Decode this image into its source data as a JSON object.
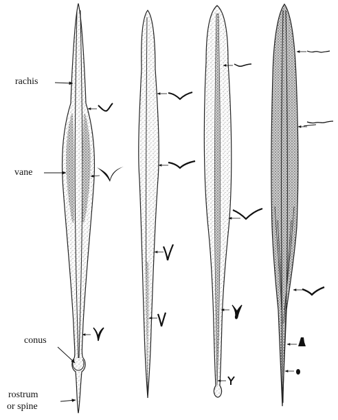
{
  "labels": {
    "rachis": "rachis",
    "vane": "vane",
    "conus": "conus",
    "rostrum_line1": "rostrum",
    "rostrum_line2": "or spine"
  }
}
